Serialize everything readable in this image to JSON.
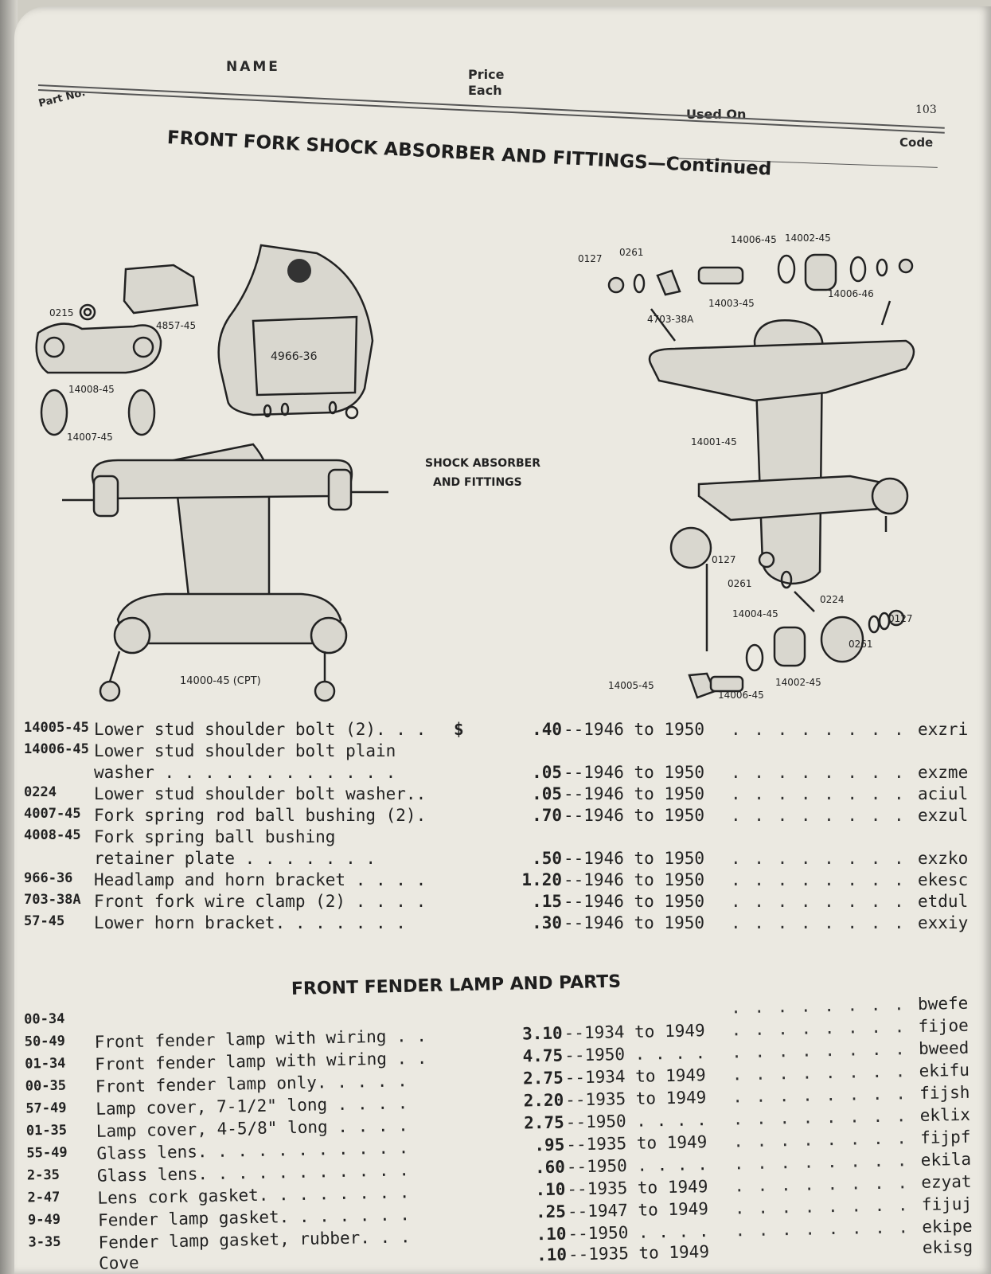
{
  "header": {
    "part_no": "Part No.",
    "name": "NAME",
    "price_each": [
      "Price",
      "Each"
    ],
    "used_on": "Used On",
    "page_number": "103",
    "code": "Code"
  },
  "section1": {
    "title": "FRONT FORK SHOCK ABSORBER AND FITTINGS—Continued",
    "illustration_caption": [
      "SHOCK ABSORBER",
      "AND FITTINGS"
    ],
    "labels": [
      "0215",
      "4857-45",
      "4966-36",
      "14008-45",
      "14007-45",
      "14000-45 (CPT)",
      "14006-45",
      "14002-45",
      "0261",
      "0127",
      "4703-38A",
      "14003-45",
      "14006-46",
      "14001-45",
      "0224",
      "14004-45",
      "14005-45"
    ],
    "rows": [
      {
        "part": "14005-45",
        "name": "Lower stud shoulder bolt (2). . .",
        "dollar": "$",
        "price": ".40",
        "used": "--1946 to 1950",
        "code": "exzri"
      },
      {
        "part": "14006-45",
        "name": "Lower stud shoulder bolt plain",
        "dollar": "",
        "price": "",
        "used": "",
        "code": ""
      },
      {
        "part": "",
        "name": "  washer . . . . . . . . . . . .",
        "dollar": "",
        "price": ".05",
        "used": "--1946 to 1950",
        "code": "exzme"
      },
      {
        "part": "0224",
        "name": "Lower stud shoulder bolt washer..",
        "dollar": "",
        "price": ".05",
        "used": "--1946 to 1950",
        "code": "aciul"
      },
      {
        "part": "4007-45",
        "name": "Fork spring rod ball bushing (2).",
        "dollar": "",
        "price": ".70",
        "used": "--1946 to 1950",
        "code": "exzul"
      },
      {
        "part": "4008-45",
        "name": "Fork spring ball bushing",
        "dollar": "",
        "price": "",
        "used": "",
        "code": ""
      },
      {
        "part": "",
        "name": "  retainer plate . . . . . . .",
        "dollar": "",
        "price": ".50",
        "used": "--1946 to 1950",
        "code": "exzko"
      },
      {
        "part": "966-36",
        "name": "Headlamp and horn bracket . . . .",
        "dollar": "",
        "price": "1.20",
        "used": "--1946 to 1950",
        "code": "ekesc"
      },
      {
        "part": "703-38A",
        "name": "Front fork wire clamp (2) . . . .",
        "dollar": "",
        "price": ".15",
        "used": "--1946 to 1950",
        "code": "etdul"
      },
      {
        "part": "57-45",
        "name": "Lower horn bracket. . . . . . .",
        "dollar": "",
        "price": ".30",
        "used": "--1946 to 1950",
        "code": "exxiy"
      }
    ]
  },
  "section2": {
    "title": "FRONT FENDER LAMP AND PARTS",
    "rows": [
      {
        "part": "00-34",
        "name": "",
        "price": "",
        "used": "",
        "code": "bwefe"
      },
      {
        "part": "50-49",
        "name": "Front fender lamp with wiring . .",
        "price": "3.10",
        "used": "--1934 to 1949",
        "code": "fijoe"
      },
      {
        "part": "01-34",
        "name": "Front fender lamp with wiring . .",
        "price": "4.75",
        "used": "--1950 . . . .",
        "code": "bweed"
      },
      {
        "part": "00-35",
        "name": "Front fender lamp only. . . . .",
        "price": "2.75",
        "used": "--1934 to 1949",
        "code": "ekifu"
      },
      {
        "part": "57-49",
        "name": "Lamp cover, 7-1/2\" long . . . .",
        "price": "2.20",
        "used": "--1935 to 1949",
        "code": "fijsh"
      },
      {
        "part": "01-35",
        "name": "Lamp cover, 4-5/8\" long . . . .",
        "price": "2.75",
        "used": "--1950 . . . .",
        "code": "eklix"
      },
      {
        "part": "55-49",
        "name": "Glass lens. . . . . . . . . . .",
        "price": ".95",
        "used": "--1935 to 1949",
        "code": "fijpf"
      },
      {
        "part": "2-35",
        "name": "Glass lens. . . . . . . . . . .",
        "price": ".60",
        "used": "--1950 . . . .",
        "code": "ekila"
      },
      {
        "part": "2-47",
        "name": "Lens cork gasket. . . . . . . .",
        "price": ".10",
        "used": "--1935 to 1949",
        "code": "ezyat"
      },
      {
        "part": "9-49",
        "name": "Fender lamp gasket. . . . . . .",
        "price": ".25",
        "used": "--1947 to 1949",
        "code": "fijuj"
      },
      {
        "part": "3-35",
        "name": "Fender lamp gasket, rubber. . .",
        "price": ".10",
        "used": "--1950 . . . .",
        "code": "ekipe"
      },
      {
        "part": "",
        "name": "Cove",
        "price": ".10",
        "used": "--1935 to 1949",
        "code": "ekisg"
      }
    ]
  },
  "dots": ". . . . . . . . . . . . . . . . . ."
}
